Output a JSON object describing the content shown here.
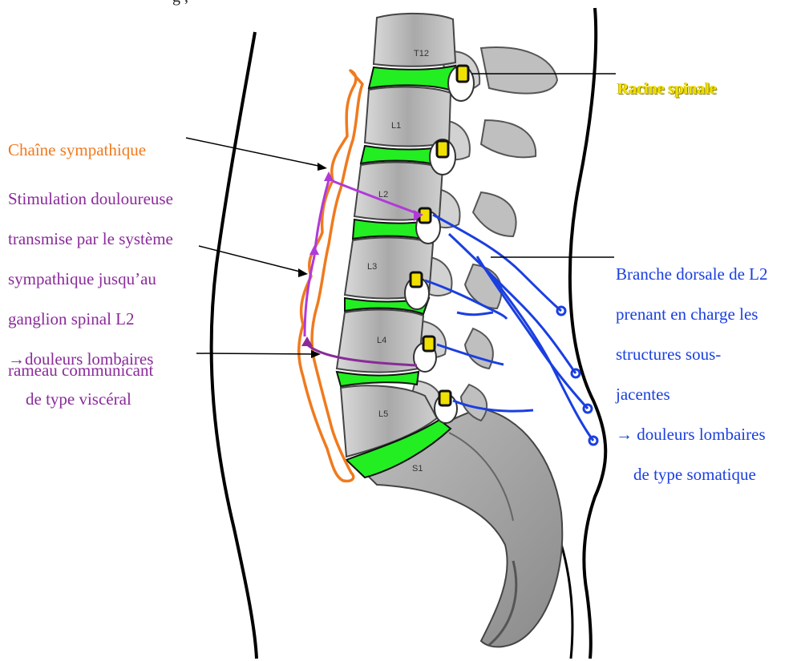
{
  "colors": {
    "sympathetic_chain": "#f07a1e",
    "sympathetic_stimulation": "#9b30c8",
    "rameau": "#8a2a9a",
    "dorsal_branch": "#1a3fe0",
    "spinal_root": "#f0e000",
    "disc": "#22ee22",
    "bone": "#c8c8c8",
    "outline": "#000000"
  },
  "labels": {
    "top_fragment": "g ,",
    "racine_spinale": "Racine spinale",
    "chaine_sympathique": "Chaîne sympathique",
    "stimulation_lines": [
      "Stimulation douloureuse",
      "transmise par le système",
      "sympathique jusqu’au",
      "ganglion spinal L2",
      "→douleurs lombaires"
    ],
    "stimulation_last": "de type viscéral",
    "rameau_communicant": "rameau communicant",
    "branche_lines": [
      "Branche dorsale de L2",
      "prenant en charge les",
      "structures sous-",
      "jacentes",
      "→ douleurs lombaires"
    ],
    "branche_last": "de type somatique"
  },
  "vertebra_labels": [
    "T12",
    "L1",
    "L2",
    "L3",
    "L4",
    "L5",
    "S1"
  ]
}
